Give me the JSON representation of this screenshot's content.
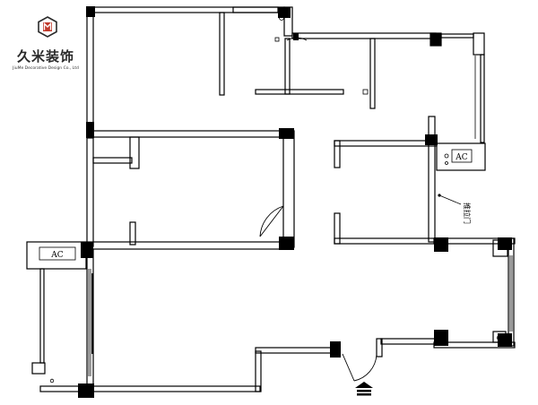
{
  "logo": {
    "name": "久米装饰",
    "subtitle": "JiuMe Decorative Design Co., Ltd",
    "icon": "hexagon-m-logo-icon",
    "accent": "#c0392b"
  },
  "labels": {
    "ac_top_right": "AC",
    "ac_left": "AC",
    "side_note": "推拉门"
  },
  "entrance_icon": "entrance-arrow-icon",
  "colors": {
    "wall": "#000000",
    "line": "#000000",
    "background": "#ffffff"
  }
}
